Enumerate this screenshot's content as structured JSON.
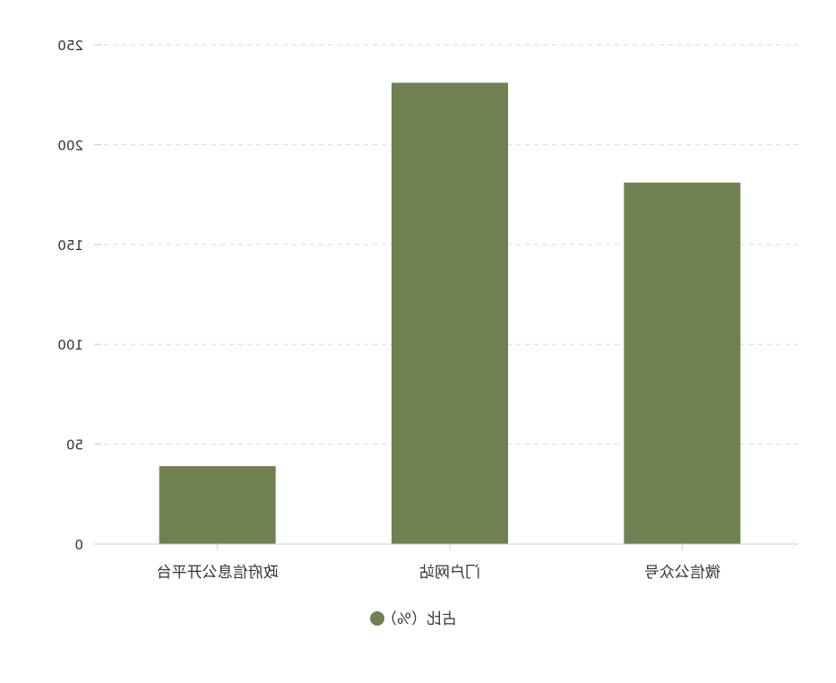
{
  "chart_data": {
    "type": "bar",
    "categories": [
      "微信公众号",
      "门户网站",
      "政府信息公开平台"
    ],
    "series": [
      {
        "name": "占比（%）",
        "values": [
          181,
          231,
          39
        ]
      }
    ],
    "ylim": [
      0,
      250
    ],
    "y_ticks": [
      "0",
      "50",
      "100",
      "150",
      "200",
      "250"
    ],
    "y_axis_side": "right",
    "grid": true,
    "legend_position": "bottom-center",
    "bar_color": "#6f8150",
    "axis_color": "#c8c8c8",
    "grid_color": "#d9d9d9",
    "text_color": "#333333",
    "mirrored_horizontally": true
  }
}
